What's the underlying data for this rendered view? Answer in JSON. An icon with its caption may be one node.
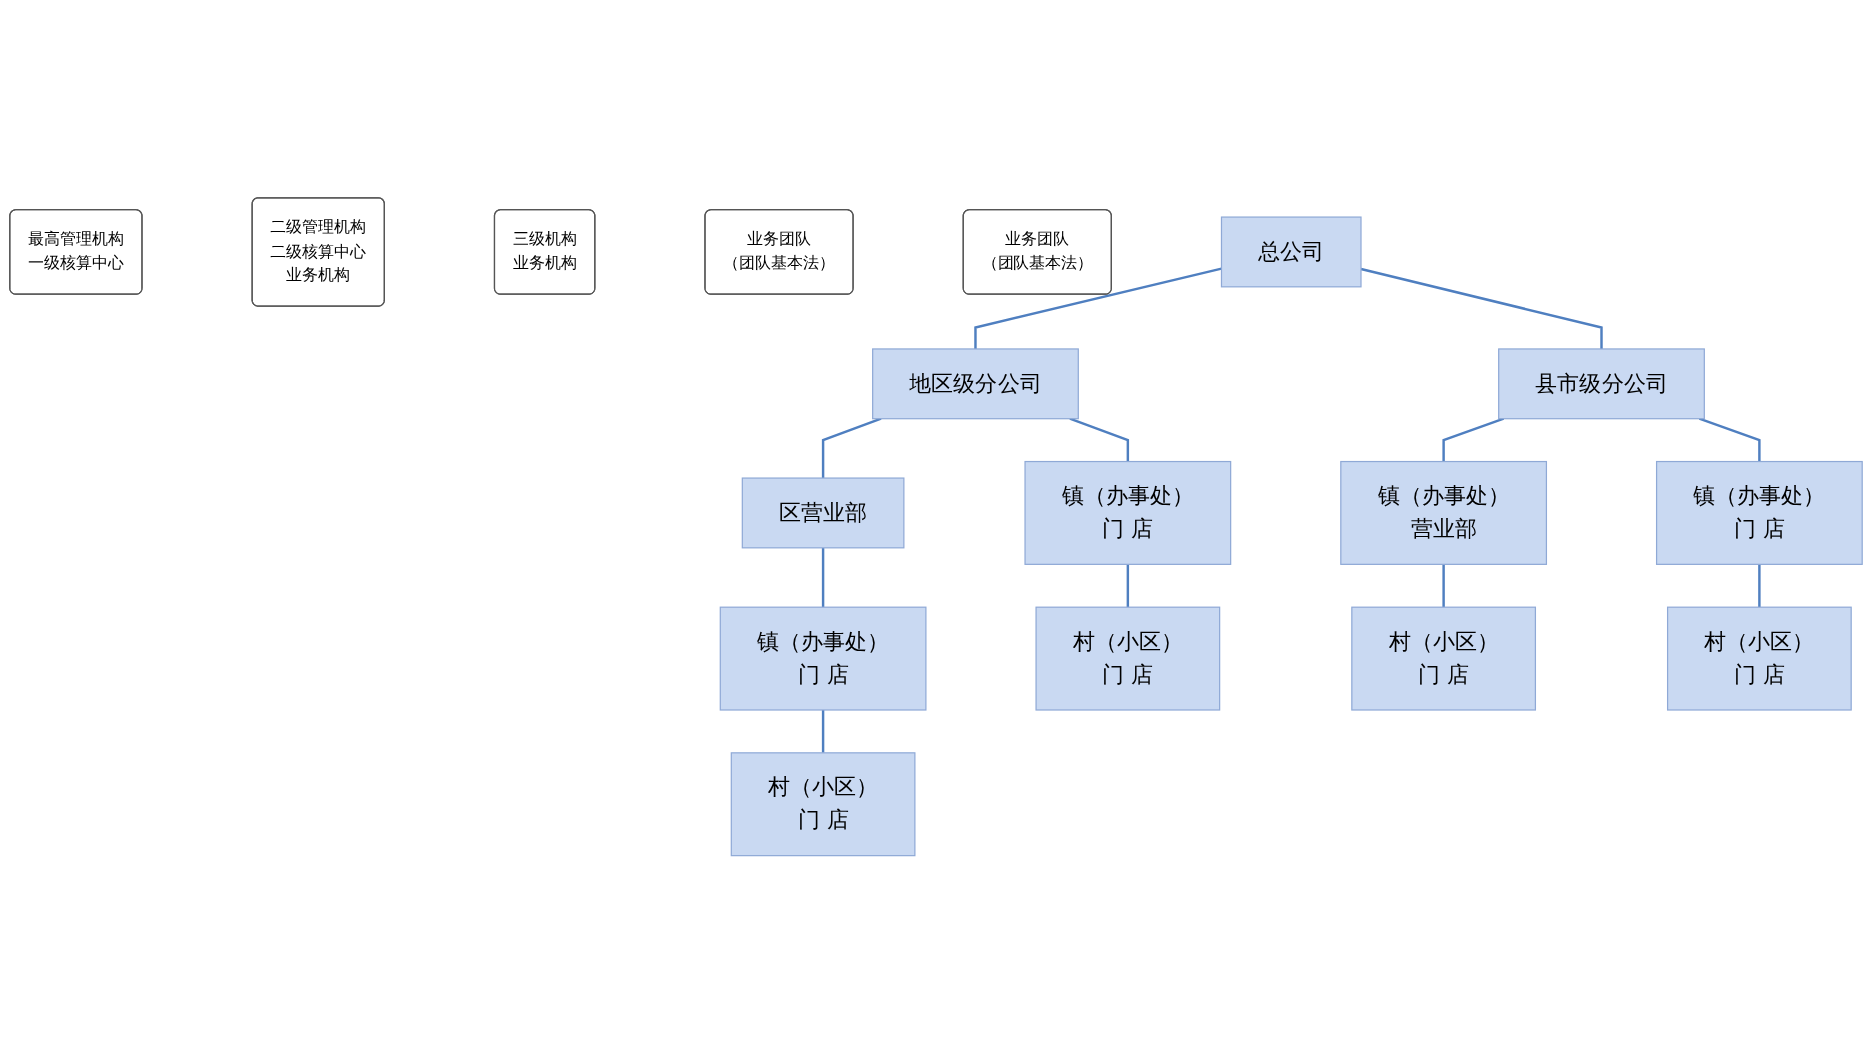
{
  "diagram": {
    "nodes": [
      {
        "text": [
          "总公司"
        ]
      },
      {
        "text": [
          "地区级分公司"
        ]
      },
      {
        "text": [
          "县市级分公司"
        ]
      },
      {
        "text": [
          "区营业部"
        ]
      },
      {
        "text": [
          "镇（办事处）",
          "营业部"
        ]
      },
      {
        "text": [
          "镇（办事处）",
          "门 店"
        ]
      },
      {
        "text": [
          "镇（办事处）",
          "门 店"
        ]
      },
      {
        "text": [
          "镇（办事处）",
          "门 店"
        ]
      },
      {
        "text": [
          "村（小区）",
          "门 店"
        ]
      },
      {
        "text": [
          "村（小区）",
          "门 店"
        ]
      },
      {
        "text": [
          "村（小区）",
          "门 店"
        ]
      },
      {
        "text": [
          "村（小区）",
          "门 店"
        ]
      },
      {
        "text": [
          "最高管理机构",
          "一级核算中心"
        ]
      },
      {
        "text": [
          "二级管理机构",
          "二级核算中心",
          "业务机构"
        ]
      },
      {
        "text": [
          "三级机构",
          "业务机构"
        ]
      },
      {
        "text": [
          "业务团队",
          "（团队基本法）"
        ]
      },
      {
        "text": [
          "业务团队",
          "（团队基本法）"
        ]
      }
    ],
    "edges": [
      {
        "from": 0,
        "to": 1,
        "arrow": "none"
      },
      {
        "from": 0,
        "to": 2,
        "arrow": "none"
      },
      {
        "from": 1,
        "to": 3,
        "arrow": "none"
      },
      {
        "from": 1,
        "to": 6,
        "arrow": "none"
      },
      {
        "from": 2,
        "to": 4,
        "arrow": "none"
      },
      {
        "from": 2,
        "to": 7,
        "arrow": "none"
      },
      {
        "from": 3,
        "to": 5,
        "arrow": "none"
      },
      {
        "from": 5,
        "to": 8,
        "arrow": "none"
      },
      {
        "from": 6,
        "to": 9,
        "arrow": "none"
      },
      {
        "from": 4,
        "to": 10,
        "arrow": "none"
      },
      {
        "from": 7,
        "to": 11,
        "arrow": "none"
      }
    ]
  }
}
